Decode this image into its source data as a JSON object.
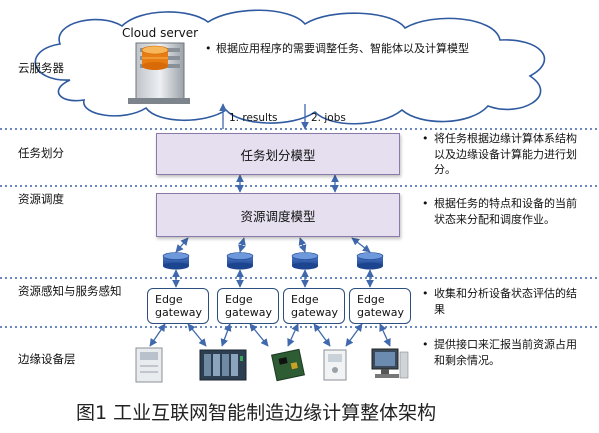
{
  "layers": [
    {
      "id": "cloud",
      "label": "云服务器"
    },
    {
      "id": "task",
      "label": "任务划分"
    },
    {
      "id": "resource",
      "label": "资源调度"
    },
    {
      "id": "sense",
      "label": "资源感知与服务感知"
    },
    {
      "id": "edge",
      "label": "边缘设备层"
    }
  ],
  "cloud": {
    "server_label": "Cloud server",
    "note": "根据应用程序的需要调整任务、智能体以及计算模型",
    "arrow_up_label": "1. results",
    "arrow_down_label": "2. jobs"
  },
  "task_model": {
    "label": "任务划分模型"
  },
  "schedule_model": {
    "label": "资源调度模型"
  },
  "gateways": [
    {
      "label": "Edge gateway"
    },
    {
      "label": "Edge gateway"
    },
    {
      "label": "Edge gateway"
    },
    {
      "label": "Edge gateway"
    }
  ],
  "notes": {
    "task": "将任务根据边缘计算体系结构以及边缘设备计算能力进行划分。",
    "resource": "根据任务的特点和设备的当前状态来分配和调度作业。",
    "sense": "收集和分析设备状态评估的结果",
    "edge": "提供接口来汇报当前资源占用和剩余情况。"
  },
  "bullet_symbol": "•",
  "caption": "图1  工业互联网智能制造边缘计算整体架构",
  "colors": {
    "cloud_stroke": "#2f5aa0",
    "dotted_line": "#3a62a8",
    "model_fill": "#e6dff0",
    "arrow": "#3f68ad",
    "database": "#2b57a8",
    "gateway_border": "#2c4f80"
  }
}
